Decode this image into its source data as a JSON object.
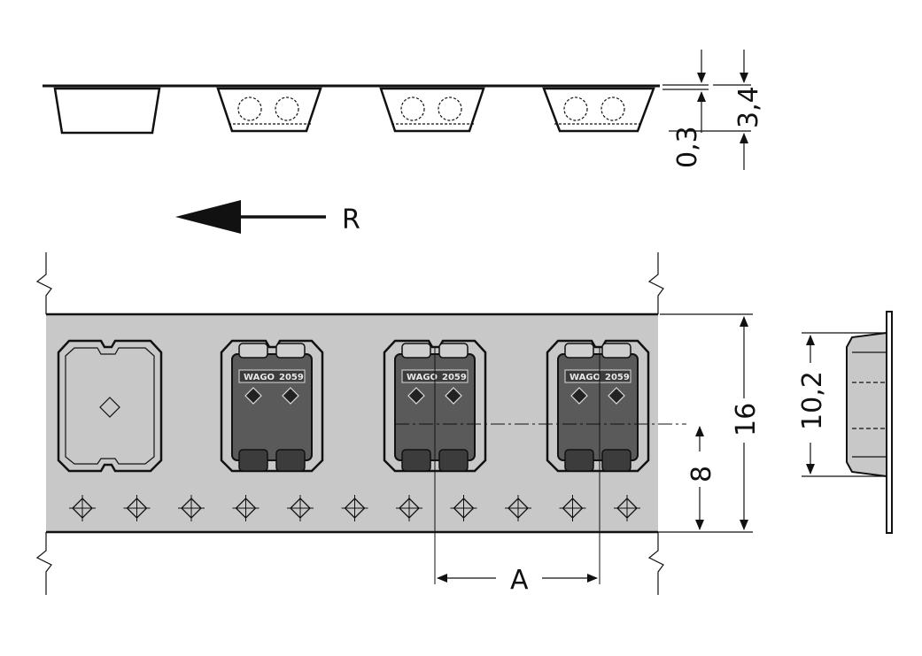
{
  "labels": {
    "direction": "R",
    "pitch": "A",
    "tape_width": "16",
    "hole_to_center": "8",
    "component_width": "10,2",
    "total_height": "3,4",
    "tape_thickness": "0,3"
  },
  "component": {
    "brand": "WAGO",
    "part_number": "2059"
  },
  "colors": {
    "tape": "#c8c8c8",
    "pocket": "#d2d2d2",
    "component_body": "#5a5a5a",
    "component_dark": "#3c3c3c",
    "line": "#111111"
  }
}
